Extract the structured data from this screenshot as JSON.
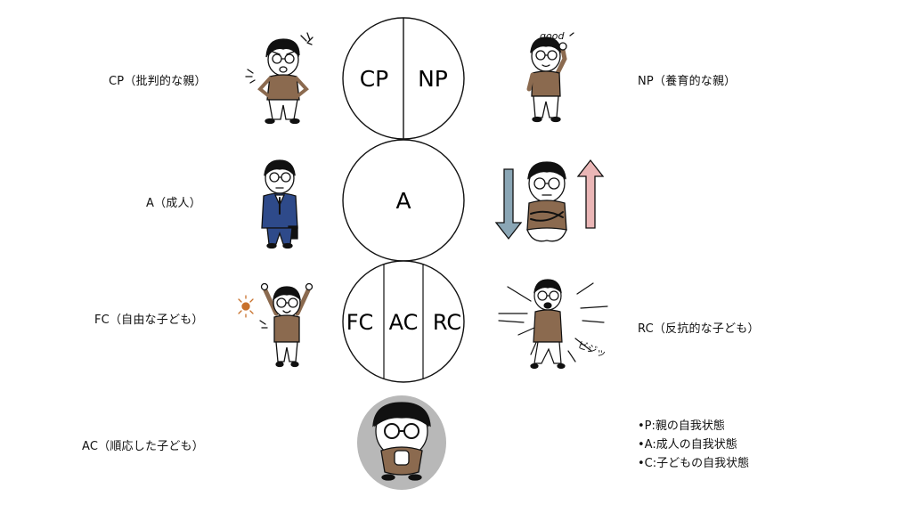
{
  "labels": {
    "cp": "CP（批判的な親）",
    "np": "NP（養育的な親）",
    "a": "A（成人）",
    "fc": "FC（自由な子ども）",
    "rc": "RC（反抗的な子ども）",
    "ac": "AC（順応した子ども）"
  },
  "circles": {
    "top_left": "CP",
    "top_right": "NP",
    "middle": "A",
    "bottom_left": "FC",
    "bottom_center": "AC",
    "bottom_right": "RC"
  },
  "annotations": {
    "good": "good",
    "biji": "ビジッ"
  },
  "legend": [
    "•P:親の自我状態",
    "•A:成人の自我状態",
    "•C:子どもの自我状態"
  ],
  "colors": {
    "sweater": "#8b6a4f",
    "suit": "#2e4a8a",
    "arrow_down": "#8aa6b5",
    "arrow_up": "#eab6b6",
    "shadow": "#b8b8b8"
  }
}
